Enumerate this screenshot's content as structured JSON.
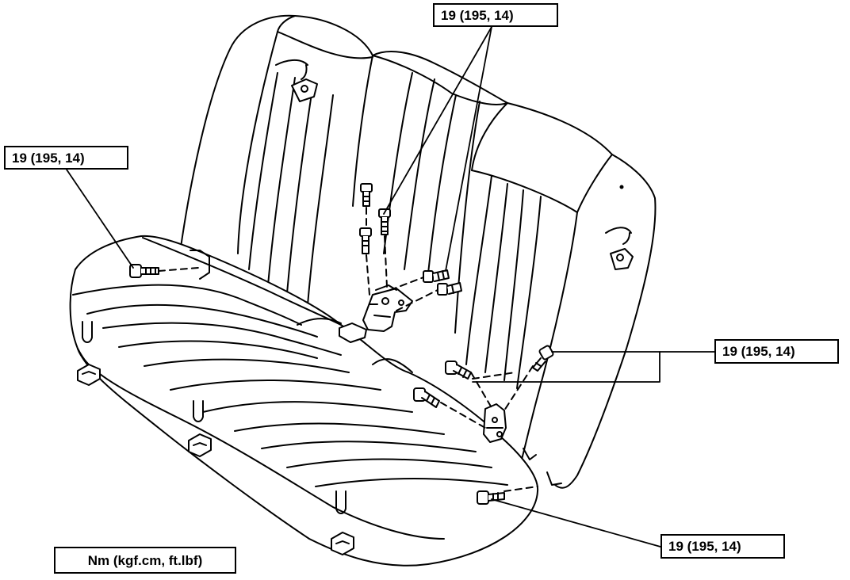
{
  "callouts": {
    "top": "19 (195, 14)",
    "left": "19 (195, 14)",
    "right": "19 (195, 14)",
    "bottom": "19 (195, 14)"
  },
  "units_legend": "Nm (kgf.cm, ft.lbf)",
  "colors": {
    "line": "#000000",
    "background": "#ffffff"
  },
  "parts": [
    "rear-seat-back",
    "rear-seat-cushion",
    "hinge-bracket-center",
    "hinge-bracket-right",
    "bolts"
  ]
}
